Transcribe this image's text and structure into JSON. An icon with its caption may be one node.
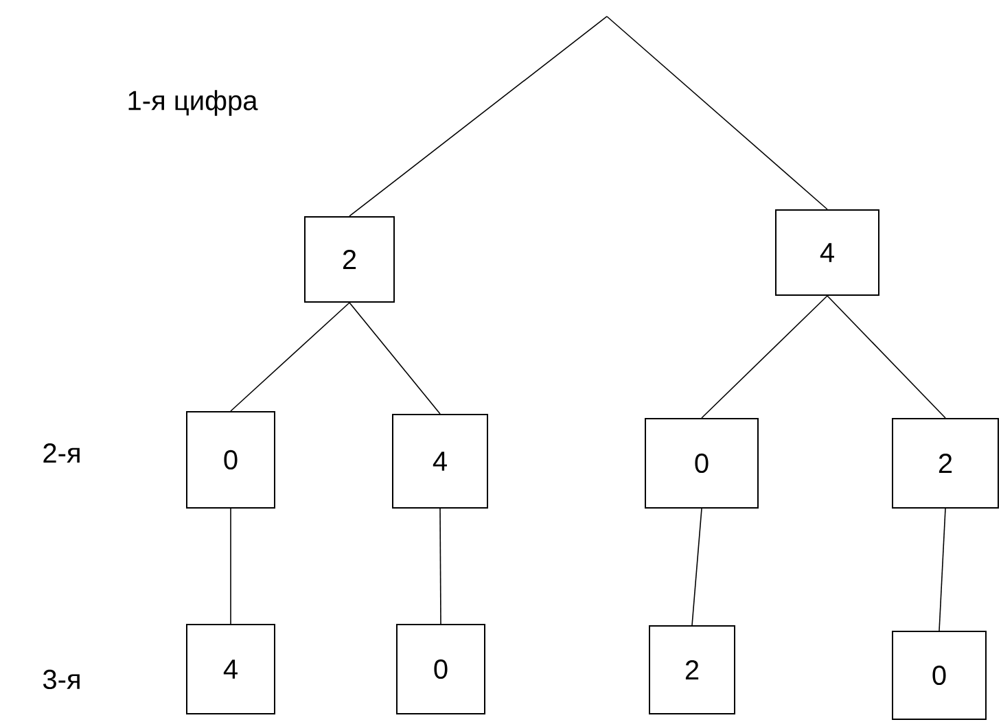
{
  "diagram": {
    "nodes": [
      {
        "text": [
          "2"
        ]
      },
      {
        "text": [
          "4"
        ]
      },
      {
        "text": [
          "0"
        ]
      },
      {
        "text": [
          "4"
        ]
      },
      {
        "text": [
          "0"
        ]
      },
      {
        "text": [
          "2"
        ]
      },
      {
        "text": [
          "4"
        ]
      },
      {
        "text": [
          "0"
        ]
      },
      {
        "text": [
          "2"
        ]
      },
      {
        "text": [
          "0"
        ]
      }
    ],
    "edges": [
      {
        "from": null,
        "to": 0,
        "arrow": "none"
      },
      {
        "from": null,
        "to": 1,
        "arrow": "none"
      },
      {
        "from": 0,
        "to": 2,
        "arrow": "none"
      },
      {
        "from": 0,
        "to": 3,
        "arrow": "none"
      },
      {
        "from": 1,
        "to": 4,
        "arrow": "none"
      },
      {
        "from": 1,
        "to": 5,
        "arrow": "none"
      },
      {
        "from": 2,
        "to": 6,
        "arrow": "none"
      },
      {
        "from": 3,
        "to": 7,
        "arrow": "none"
      },
      {
        "from": 4,
        "to": 8,
        "arrow": "none"
      },
      {
        "from": 5,
        "to": 9,
        "arrow": "none"
      }
    ],
    "labels": [
      "1-я цифра",
      "2-я",
      "3-я"
    ]
  }
}
